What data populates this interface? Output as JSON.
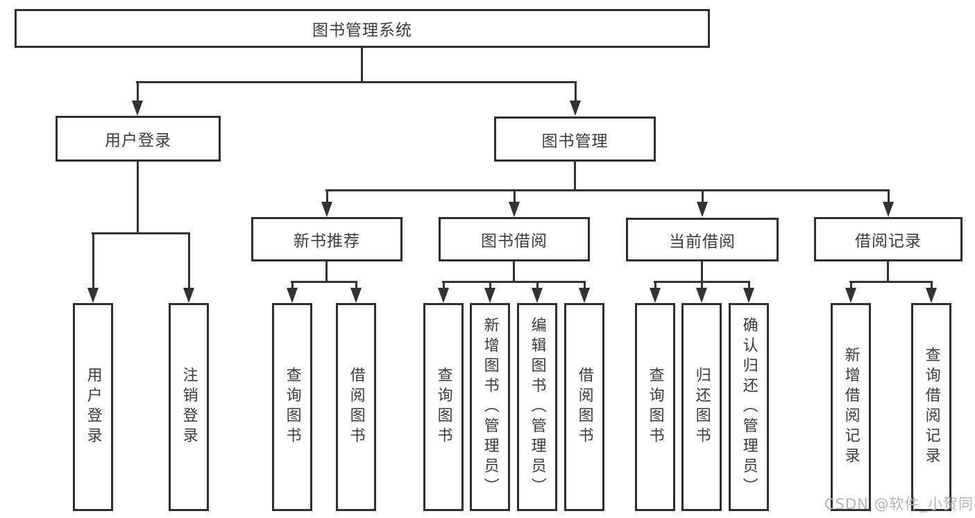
{
  "colors": {
    "line": "#333333",
    "border": "#2f2f2f",
    "text": "#3c3c3c",
    "watermark": "#b4b4b4",
    "background": "#ffffff"
  },
  "watermark": {
    "text": "CSDN @软件_小贺同学"
  },
  "tree": {
    "label": "图书管理系统",
    "children": [
      {
        "label": "用户登录",
        "children": [
          {
            "label": "用户登录"
          },
          {
            "label": "注销登录"
          }
        ]
      },
      {
        "label": "图书管理",
        "children": [
          {
            "label": "新书推荐",
            "children": [
              {
                "label": "查询图书"
              },
              {
                "label": "借阅图书"
              }
            ]
          },
          {
            "label": "图书借阅",
            "children": [
              {
                "label": "查询图书"
              },
              {
                "label": "新增图书（管理员）"
              },
              {
                "label": "编辑图书（管理员）"
              },
              {
                "label": "借阅图书"
              }
            ]
          },
          {
            "label": "当前借阅",
            "children": [
              {
                "label": "查询图书"
              },
              {
                "label": "归还图书"
              },
              {
                "label": "确认归还（管理员）"
              }
            ]
          },
          {
            "label": "借阅记录",
            "children": [
              {
                "label": "新增借阅记录"
              },
              {
                "label": "查询借阅记录"
              }
            ]
          }
        ]
      }
    ]
  }
}
